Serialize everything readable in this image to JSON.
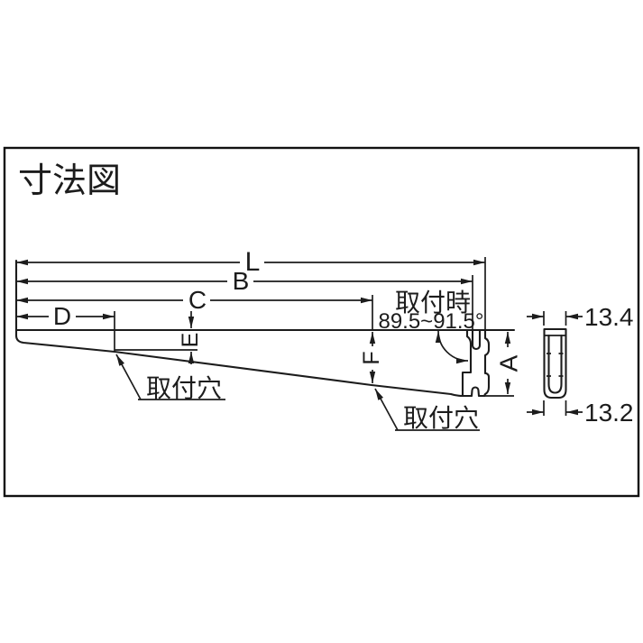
{
  "title": "寸法図",
  "labels": {
    "L": "L",
    "B": "B",
    "C": "C",
    "D": "D",
    "E": "E",
    "F": "F",
    "A": "A"
  },
  "angle": {
    "caption": "取付時",
    "value": "89.5~91.5°"
  },
  "holes": {
    "first": "取付穴",
    "second": "取付穴"
  },
  "side_view": {
    "top_width": "13.4",
    "bottom_width": "13.2"
  },
  "colors": {
    "line": "#1c1c1c",
    "background": "#ffffff"
  }
}
